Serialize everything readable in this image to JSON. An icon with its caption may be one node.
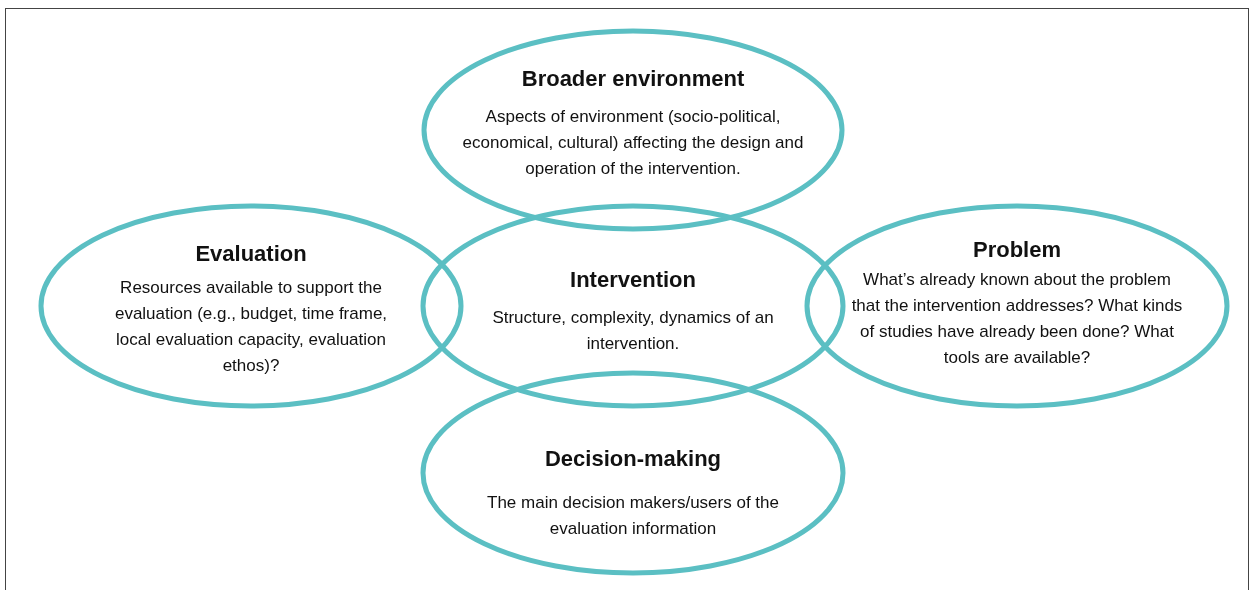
{
  "diagram": {
    "nodes": [
      {
        "text": [
          "Broader environment",
          "Aspects of environment (socio-political, economical, cultural) affecting the design and operation of the intervention."
        ]
      },
      {
        "text": [
          "Evaluation",
          "Resources available to support the evaluation (e.g., budget, time frame, local evaluation capacity, evaluation ethos)?"
        ]
      },
      {
        "text": [
          "Intervention",
          "Structure, complexity, dynamics of an intervention."
        ]
      },
      {
        "text": [
          "Problem",
          "What’s already known about the problem that the intervention addresses? What kinds of studies have already been done? What tools are available?"
        ]
      },
      {
        "text": [
          "Decision-making",
          "The main decision makers/users of the evaluation information"
        ]
      }
    ],
    "edges": []
  }
}
